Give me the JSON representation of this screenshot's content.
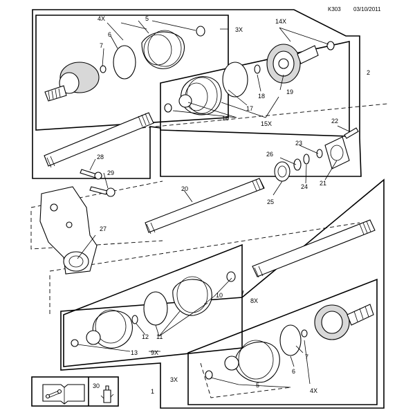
{
  "header": {
    "code": "K303",
    "date": "03/10/2011"
  },
  "callouts": {
    "c1": "1",
    "c2": "2",
    "c3": "3X",
    "c4": "4X",
    "c5": "5",
    "c6": "6",
    "c7": "7",
    "c8": "8X",
    "c9": "9X",
    "c10": "10",
    "c11": "11",
    "c12": "12",
    "c13": "13",
    "c14": "14X",
    "c15": "15X",
    "c16": "16",
    "c17": "17",
    "c18": "18",
    "c19": "19",
    "c20": "20",
    "c21": "21",
    "c22": "22",
    "c23": "23",
    "c24": "24",
    "c25": "25",
    "c26": "26",
    "c27": "27",
    "c28": "28",
    "c29": "29",
    "c30": "30",
    "b4x": "4X",
    "b5": "5",
    "b6": "6",
    "b7": "7",
    "b3x": "3X",
    "b1": "1"
  },
  "legend": {
    "number": "30"
  }
}
